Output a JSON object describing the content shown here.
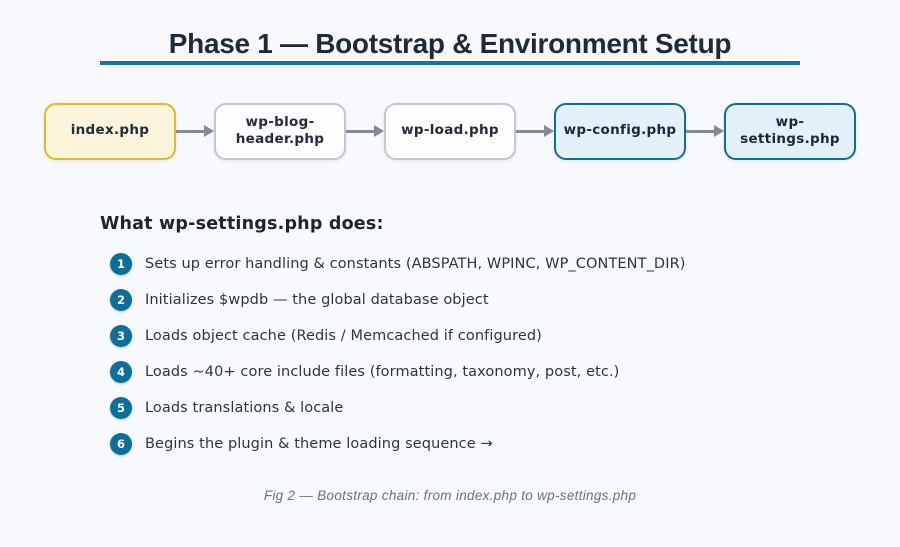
{
  "title": "Phase 1 — Bootstrap & Environment Setup",
  "flow": {
    "nodes": [
      {
        "label": "index.php",
        "role": "entry"
      },
      {
        "label": "wp-blog-header.php",
        "role": "default"
      },
      {
        "label": "wp-load.php",
        "role": "default"
      },
      {
        "label": "wp-config.php",
        "role": "highlight"
      },
      {
        "label": "wp-settings.php",
        "role": "highlight"
      }
    ]
  },
  "section": {
    "heading": "What wp-settings.php does:",
    "items": [
      {
        "num": "1",
        "text": "Sets up error handling & constants (ABSPATH, WPINC, WP_CONTENT_DIR)"
      },
      {
        "num": "2",
        "text": "Initializes $wpdb — the global database object"
      },
      {
        "num": "3",
        "text": "Loads object cache (Redis / Memcached if configured)"
      },
      {
        "num": "4",
        "text": "Loads ~40+ core include files (formatting, taxonomy, post, etc.)"
      },
      {
        "num": "5",
        "text": "Loads translations & locale"
      },
      {
        "num": "6",
        "text": "Begins the plugin & theme loading sequence →"
      }
    ]
  },
  "caption": "Fig 2 — Bootstrap chain: from index.php to wp-settings.php",
  "colors": {
    "background": "#F8F9FD",
    "title_text": "#1C2A3A",
    "title_underline": "#0F76A6",
    "node_entry_border": "#E8B62B",
    "node_entry_bg": "#FCF5DB",
    "node_default_border": "#C2C7D2",
    "node_default_bg": "#FDFDFE",
    "node_highlight_border": "#0E6F96",
    "node_highlight_bg": "#E4F0F8",
    "arrow": "#818A97",
    "badge_bg": "#0D6E99",
    "body_text": "#2A3442",
    "caption_text": "#67707F"
  }
}
